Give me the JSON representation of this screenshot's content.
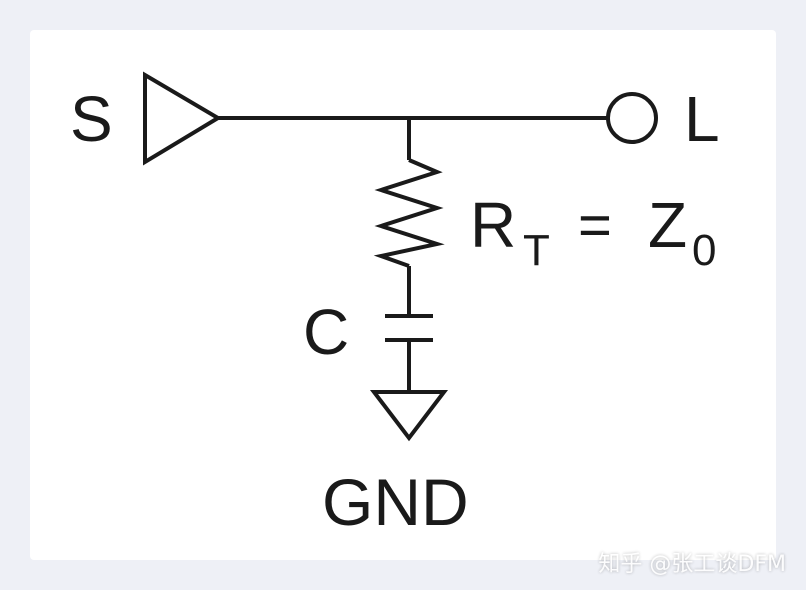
{
  "labels": {
    "source": "S",
    "load": "L",
    "resistor_main": "R",
    "resistor_sub": "T",
    "equals": "=",
    "impedance_main": "Z",
    "impedance_sub": "0",
    "capacitor": "C",
    "ground": "GND"
  },
  "watermark": "知乎 @张工谈DFM",
  "colors": {
    "ink": "#1a1a1a",
    "background": "#ffffff",
    "outer": "#eef0f6"
  }
}
